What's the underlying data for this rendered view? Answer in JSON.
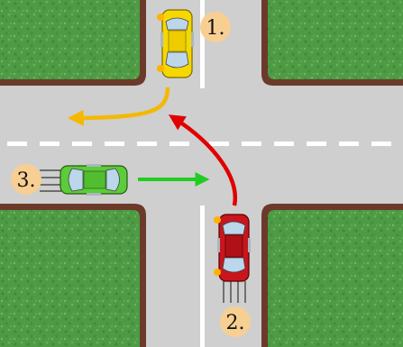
{
  "colors": {
    "grass": "#4f9b45",
    "curb": "#6b3a2a",
    "road": "#cfcfcf",
    "lane_marking": "#ffffff",
    "car_yellow": "#f5d800",
    "car_red": "#c8161d",
    "car_green": "#5ccc38",
    "arrow_yellow": "#f5b800",
    "arrow_red": "#e00000",
    "arrow_green": "#22cc22",
    "badge": "#f8cf92",
    "indicator": "#ffb300"
  },
  "vehicles": [
    {
      "number": "1.",
      "color_name": "yellow",
      "heading": "south",
      "maneuver": "right-turn",
      "turn_signal": "on"
    },
    {
      "number": "2.",
      "color_name": "red",
      "heading": "north",
      "maneuver": "left-turn",
      "turn_signal": "on"
    },
    {
      "number": "3.",
      "color_name": "green",
      "heading": "east",
      "maneuver": "straight",
      "turn_signal": "off"
    }
  ]
}
